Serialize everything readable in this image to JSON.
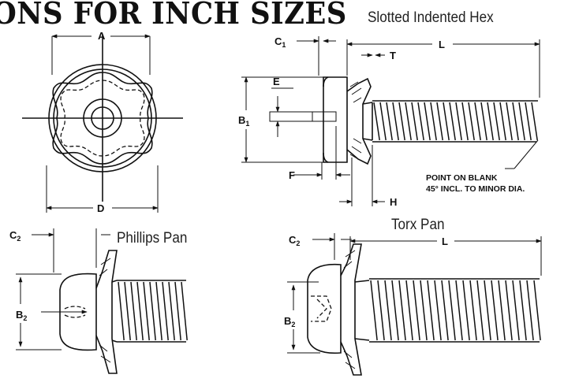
{
  "title": "ONS FOR INCH SIZES",
  "views": {
    "slotted_hex": {
      "caption": "Slotted Indented Hex"
    },
    "phillips_pan": {
      "caption": "Phillips Pan"
    },
    "torx_pan": {
      "caption": "Torx Pan"
    }
  },
  "dimensions": {
    "A": "A",
    "D": "D",
    "C1": "C",
    "C1_sub": "1",
    "L": "L",
    "T": "T",
    "E": "E",
    "B1": "B",
    "B1_sub": "1",
    "F": "F",
    "H": "H",
    "C2": "C",
    "C2_sub": "2",
    "B2": "B",
    "B2_sub": "2"
  },
  "notes": {
    "point_line1": "POINT ON BLANK",
    "point_line2": "45° INCL. TO MINOR DIA."
  }
}
